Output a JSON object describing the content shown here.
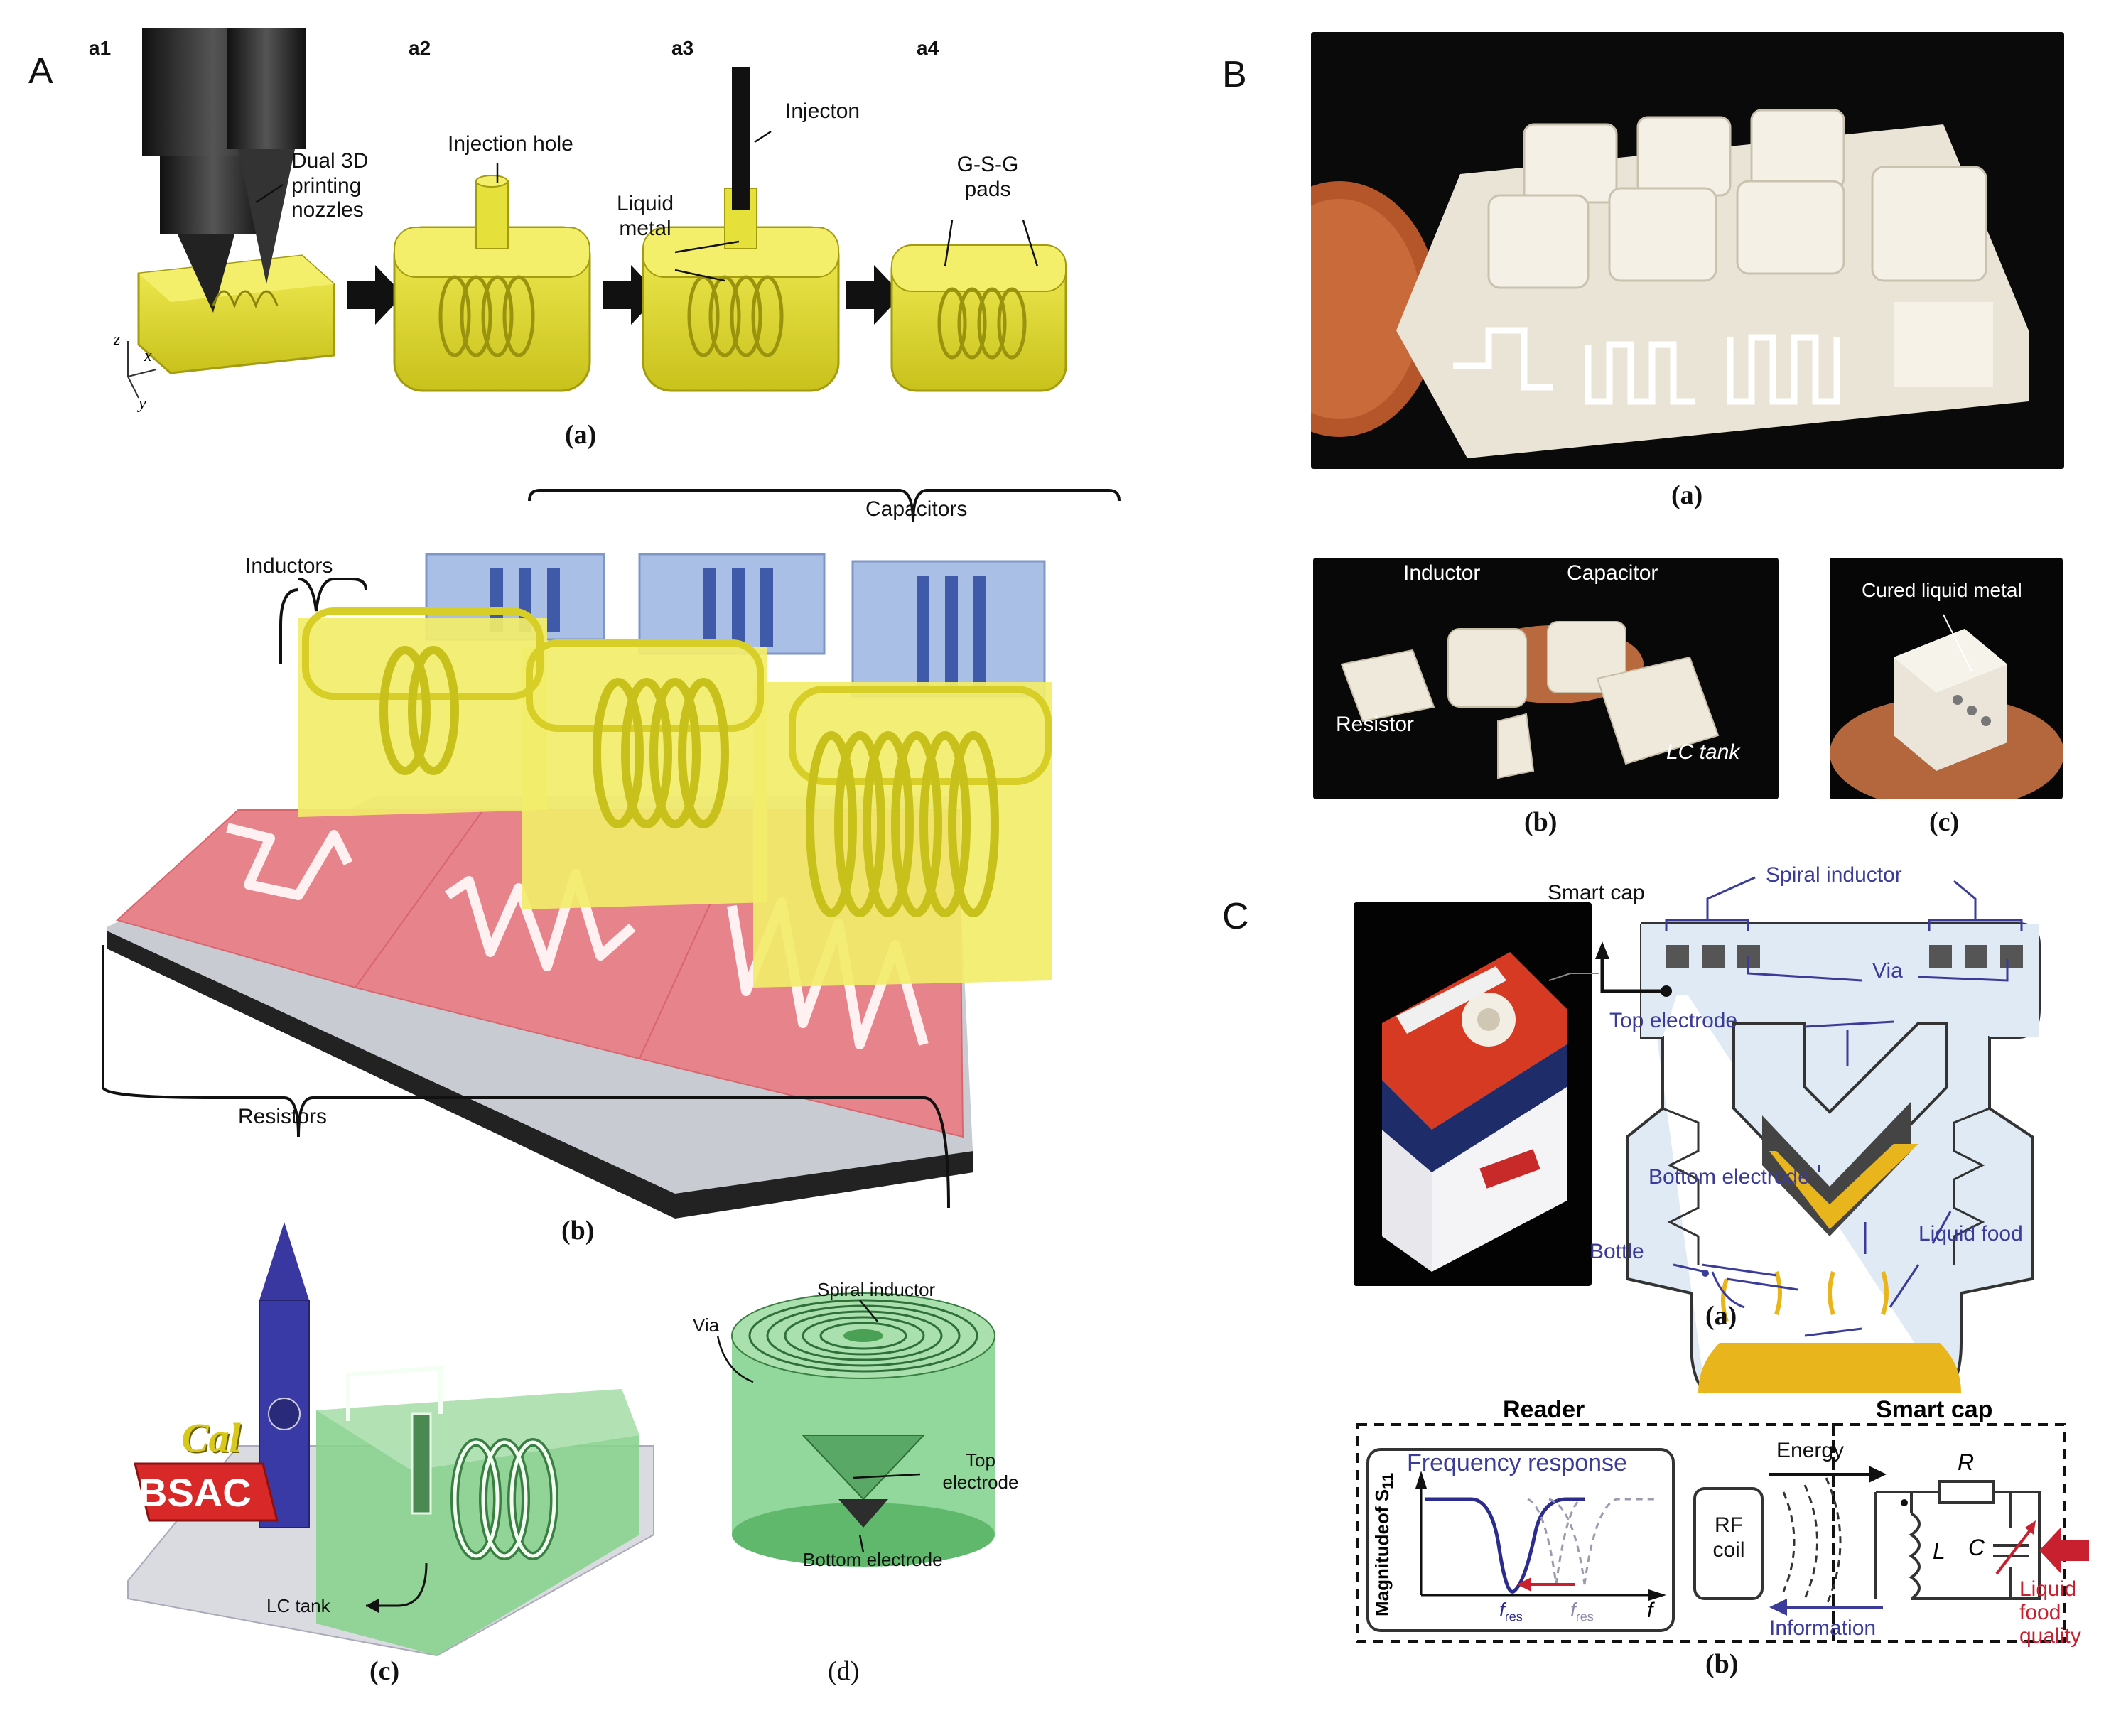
{
  "panels": {
    "A": {
      "letter": "A",
      "steps": [
        "a1",
        "a2",
        "a3",
        "a4"
      ],
      "labels": {
        "nozzles": "Dual 3D printing nozzles",
        "injection_hole": "Injection hole",
        "injection": "Injecton",
        "liquid_metal": "Liquid metal",
        "gsg_pads": "G-S-G pads",
        "axis_z": "z",
        "axis_x": "x",
        "axis_y": "y"
      },
      "captions": {
        "a": "(a)",
        "b": "(b)",
        "c": "(c)",
        "d": "(d)"
      },
      "b_labels": {
        "capacitors": "Capacitors",
        "inductors": "Inductors",
        "resistors": "Resistors"
      },
      "c_labels": {
        "lc_tank": "LC tank",
        "cal": "Cal",
        "bsac": "BSAC"
      },
      "d_labels": {
        "spiral_inductor": "Spiral inductor",
        "via": "Via",
        "top_electrode": "Top electrode",
        "bottom_electrode": "Bottom electrode"
      }
    },
    "B": {
      "letter": "B",
      "captions": {
        "a": "(a)",
        "b": "(b)",
        "c": "(c)"
      },
      "b_labels": {
        "inductor": "Inductor",
        "capacitor": "Capacitor",
        "resistor": "Resistor",
        "lc_tank": "LC tank"
      },
      "c_labels": {
        "cured": "Cured liquid metal"
      }
    },
    "C": {
      "letter": "C",
      "captions": {
        "a": "(a)",
        "b": "(b)"
      },
      "a_labels": {
        "smart_cap": "Smart cap",
        "spiral_inductor": "Spiral inductor",
        "via": "Via",
        "top_electrode": "Top electrode",
        "bottom_electrode": "Bottom electrode",
        "bottle": "Bottle",
        "liquid_food": "Liquid food"
      },
      "b_labels": {
        "reader": "Reader",
        "smart_cap": "Smart cap",
        "frequency_response": "Frequency response",
        "magnitude": "Magnitudeof S",
        "magnitude_sub": "11",
        "fres": "f",
        "fres_sub": "res",
        "f": "f",
        "rf_coil": "RF coil",
        "energy": "Energy",
        "information": "Information",
        "R": "R",
        "L": "L",
        "C": "C",
        "liquid_food_quality": "Liquid food quality"
      }
    }
  },
  "colors": {
    "yellow": "#e8e23a",
    "blue": "#a9bfe6",
    "red": "#e57d84",
    "green": "#6fc47a",
    "navy": "#3b3b9a",
    "accent_red": "#c8202e"
  }
}
